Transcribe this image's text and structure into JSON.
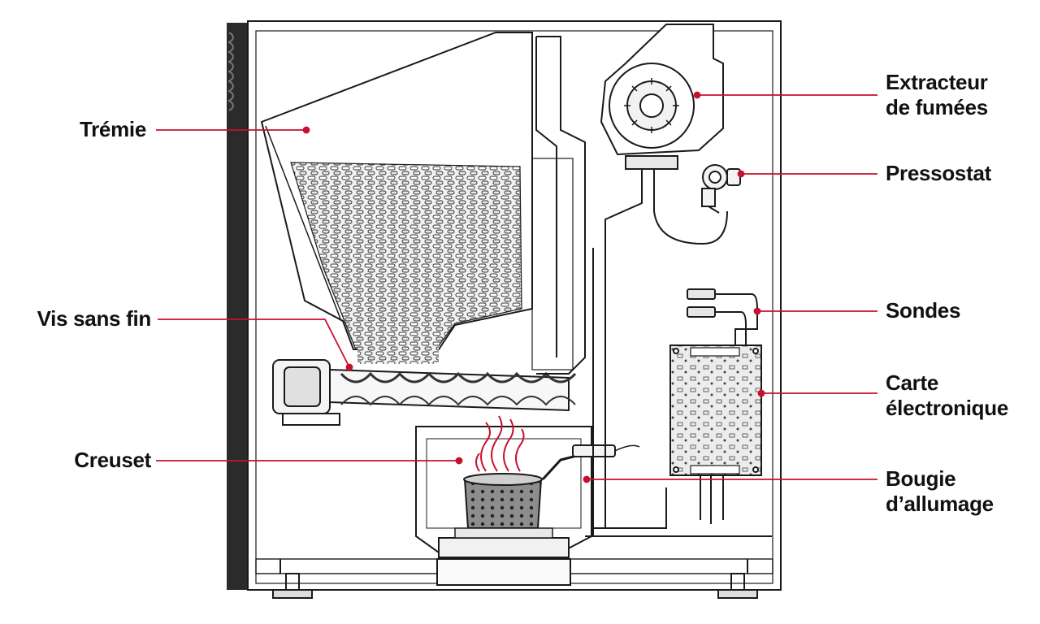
{
  "colors": {
    "leader": "#c8102e",
    "ink": "#1a1a1a",
    "panel_dark": "#2b2b2b",
    "background": "#ffffff"
  },
  "labels": {
    "tremie": {
      "lines": [
        "Trémie"
      ]
    },
    "vis_sans_fin": {
      "lines": [
        "Vis sans fin"
      ]
    },
    "creuset": {
      "lines": [
        "Creuset"
      ]
    },
    "extracteur": {
      "lines": [
        "Extracteur",
        "de fumées"
      ]
    },
    "pressostat": {
      "lines": [
        "Pressostat"
      ]
    },
    "sondes": {
      "lines": [
        "Sondes"
      ]
    },
    "carte": {
      "lines": [
        "Carte",
        "électronique"
      ]
    },
    "bougie": {
      "lines": [
        "Bougie",
        "d’allumage"
      ]
    }
  }
}
